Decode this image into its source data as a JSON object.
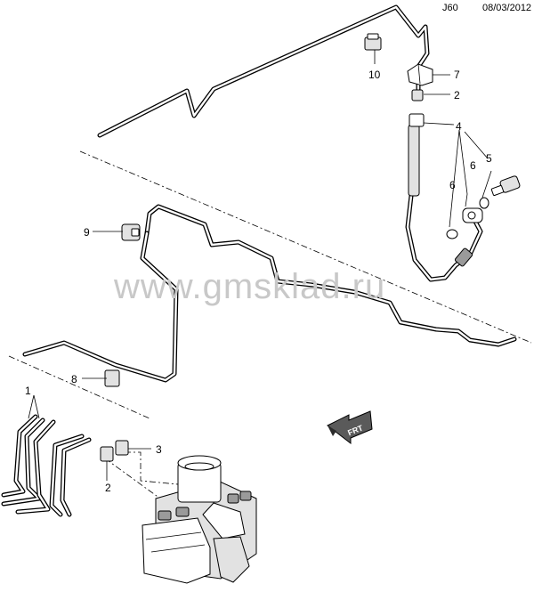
{
  "header": {
    "code": "J60",
    "date": "08/03/2012"
  },
  "watermark": "www.gmsklad.ru",
  "callouts": [
    {
      "id": "c10",
      "label": "10"
    },
    {
      "id": "c7",
      "label": "7"
    },
    {
      "id": "c2a",
      "label": "2"
    },
    {
      "id": "c4",
      "label": "4"
    },
    {
      "id": "c5",
      "label": "5"
    },
    {
      "id": "c6a",
      "label": "6"
    },
    {
      "id": "c6b",
      "label": "6"
    },
    {
      "id": "c9",
      "label": "9"
    },
    {
      "id": "c8",
      "label": "8"
    },
    {
      "id": "c1",
      "label": "1"
    },
    {
      "id": "c3",
      "label": "3"
    },
    {
      "id": "c2b",
      "label": "2"
    }
  ],
  "direction_badge": {
    "label": "FRT"
  }
}
